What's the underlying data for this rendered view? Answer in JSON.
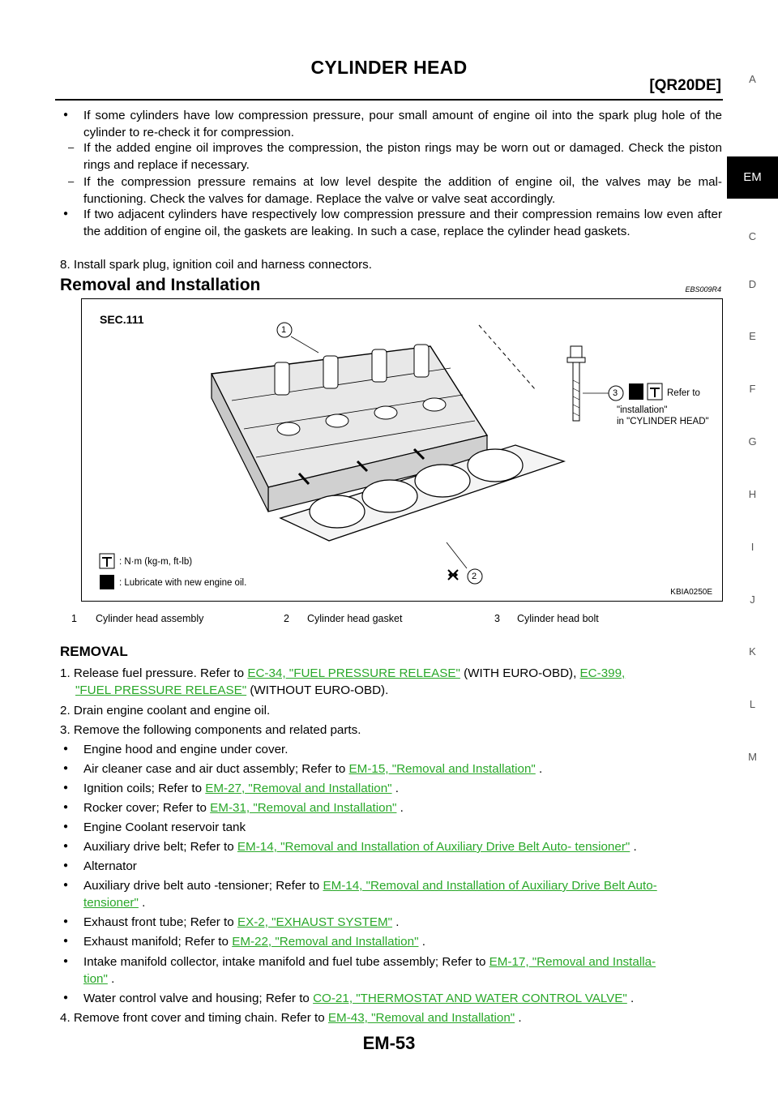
{
  "header": {
    "title": "CYLINDER HEAD",
    "subtitle": "[QR20DE]"
  },
  "side_tabs": [
    {
      "label": "A"
    },
    {
      "label": "EM"
    },
    {
      "label": "C"
    },
    {
      "label": "D"
    },
    {
      "label": "E"
    },
    {
      "label": "F"
    },
    {
      "label": "G"
    },
    {
      "label": "H"
    },
    {
      "label": "I"
    },
    {
      "label": "J"
    },
    {
      "label": "K"
    },
    {
      "label": "L"
    },
    {
      "label": "M"
    }
  ],
  "intro": {
    "p1": "If some cylinders have low compression pressure, pour small amount of engine oil into the spark plug hole of the cylinder to re-check it for compression.",
    "p2": "If the added engine oil improves the compression, the piston rings may be worn out or damaged. Check the piston rings and replace if necessary.",
    "p3": "If the compression pressure remains at low level despite the addition of engine oil, the valves may be mal-functioning. Check the valves for damage. Replace the valve or valve seat accordingly.",
    "p4": "If two adjacent cylinders have respectively low compression pressure and their compression remains low even after the addition of engine oil, the gaskets are leaking. In such a case, replace the cylinder head gaskets.",
    "p5": "8. Install spark plug, ignition coil and harness connectors."
  },
  "section": {
    "title": "Removal and Installation",
    "code": "EBS009R4"
  },
  "figure": {
    "sec": "SEC.111",
    "callout1": "1",
    "callout2": "2",
    "callout3": "3",
    "refer_line1": "Refer to",
    "refer_line2": "\"installation\"",
    "refer_line3": "in \"CYLINDER HEAD\"",
    "torque_label": ": N·m  (kg-m,  ft-lb)",
    "lube_label": ": Lubricate with new engine oil.",
    "code": "KBIA0250E"
  },
  "legend": [
    {
      "num": "1",
      "label": "Cylinder head assembly"
    },
    {
      "num": "2",
      "label": "Cylinder head gasket"
    },
    {
      "num": "3",
      "label": "Cylinder head bolt"
    }
  ],
  "removal": {
    "heading": "REMOVAL",
    "s1_pre": "1. Release fuel pressure. Refer to ",
    "s1_link1": "EC-34, \"FUEL PRESSURE RELEASE\"",
    "s1_mid": " (WITH EURO-OBD), ",
    "s1_link2a": "EC-399,",
    "s1_link2b": "\"FUEL PRESSURE RELEASE\"",
    "s1_post": " (WITHOUT EURO-OBD).",
    "s2": "2. Drain engine coolant and engine oil.",
    "s3": "3. Remove the following components and related parts.",
    "b1": "Engine hood and engine under cover.",
    "b2_pre": "Air cleaner case and air duct assembly; Refer to ",
    "b2_link": "EM-15, \"Removal and Installation\"",
    "b3_pre": "Ignition coils; Refer to ",
    "b3_link": "EM-27, \"Removal and Installation\"",
    "b4_pre": "Rocker cover; Refer to ",
    "b4_link": "EM-31, \"Removal and Installation\"",
    "b5": "Engine Coolant reservoir tank",
    "b6_pre": "Auxiliary drive belt; Refer to ",
    "b6_link": "EM-14, \"Removal and Installation of Auxiliary Drive Belt Auto- tensioner\"",
    "b7": "Alternator",
    "b8_pre": "Auxiliary drive belt auto -tensioner; Refer to ",
    "b8_link_a": "EM-14, \"Removal and Installation of Auxiliary Drive Belt Auto-",
    "b8_link_b": "tensioner\"",
    "b9_pre": "Exhaust front tube; Refer to ",
    "b9_link": "EX-2, \"EXHAUST SYSTEM\"",
    "b10_pre": "Exhaust manifold; Refer to ",
    "b10_link": "EM-22, \"Removal and Installation\"",
    "b11_pre": "Intake manifold collector, intake manifold and fuel tube assembly; Refer to ",
    "b11_link_a": "EM-17, \"Removal and Installa-",
    "b11_link_b": "tion\"",
    "b12_pre": "Water control valve and housing; Refer to ",
    "b12_link": "CO-21, \"THERMOSTAT AND WATER CONTROL VALVE\"",
    "s4_pre": "4. Remove front cover and  timing chain. Refer to ",
    "s4_link": "EM-43, \"Removal and Installation\"",
    "period": " ."
  },
  "page_number": "EM-53"
}
